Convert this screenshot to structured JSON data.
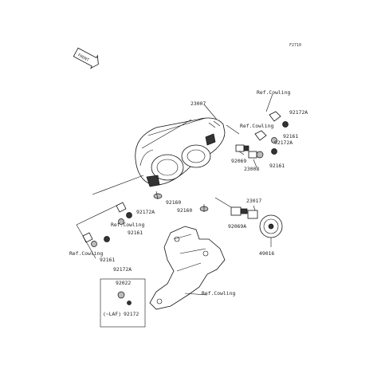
{
  "diagram": {
    "figure_code": "F2710",
    "front_badge": "FRONT",
    "labels": {
      "p23007": "23007",
      "ref_cowling_top": "Ref.Cowling",
      "ref_cowling_mid": "Ref.Cowling",
      "p92172a_top": "92172A",
      "p92161_top": "92161",
      "p92172a_top2": "92172A",
      "p92069": "92069",
      "p23008": "23008",
      "p92161_top2": "92161",
      "p92172a_left": "92172A",
      "ref_cowling_left1": "Ref.Cowling",
      "p92161_left": "92161",
      "p92160_a": "92160",
      "p92160_b": "92160",
      "p23017": "23017",
      "p92069a": "92069A",
      "p49016": "49016",
      "ref_cowling_left2": "Ref.Cowling",
      "p92161_left2": "92161",
      "p92172a_left2": "92172A",
      "p92022": "92022",
      "laf_note": "(~LAF)",
      "p92172": "92172",
      "ref_cowling_bottom": "Ref.Cowling"
    }
  }
}
